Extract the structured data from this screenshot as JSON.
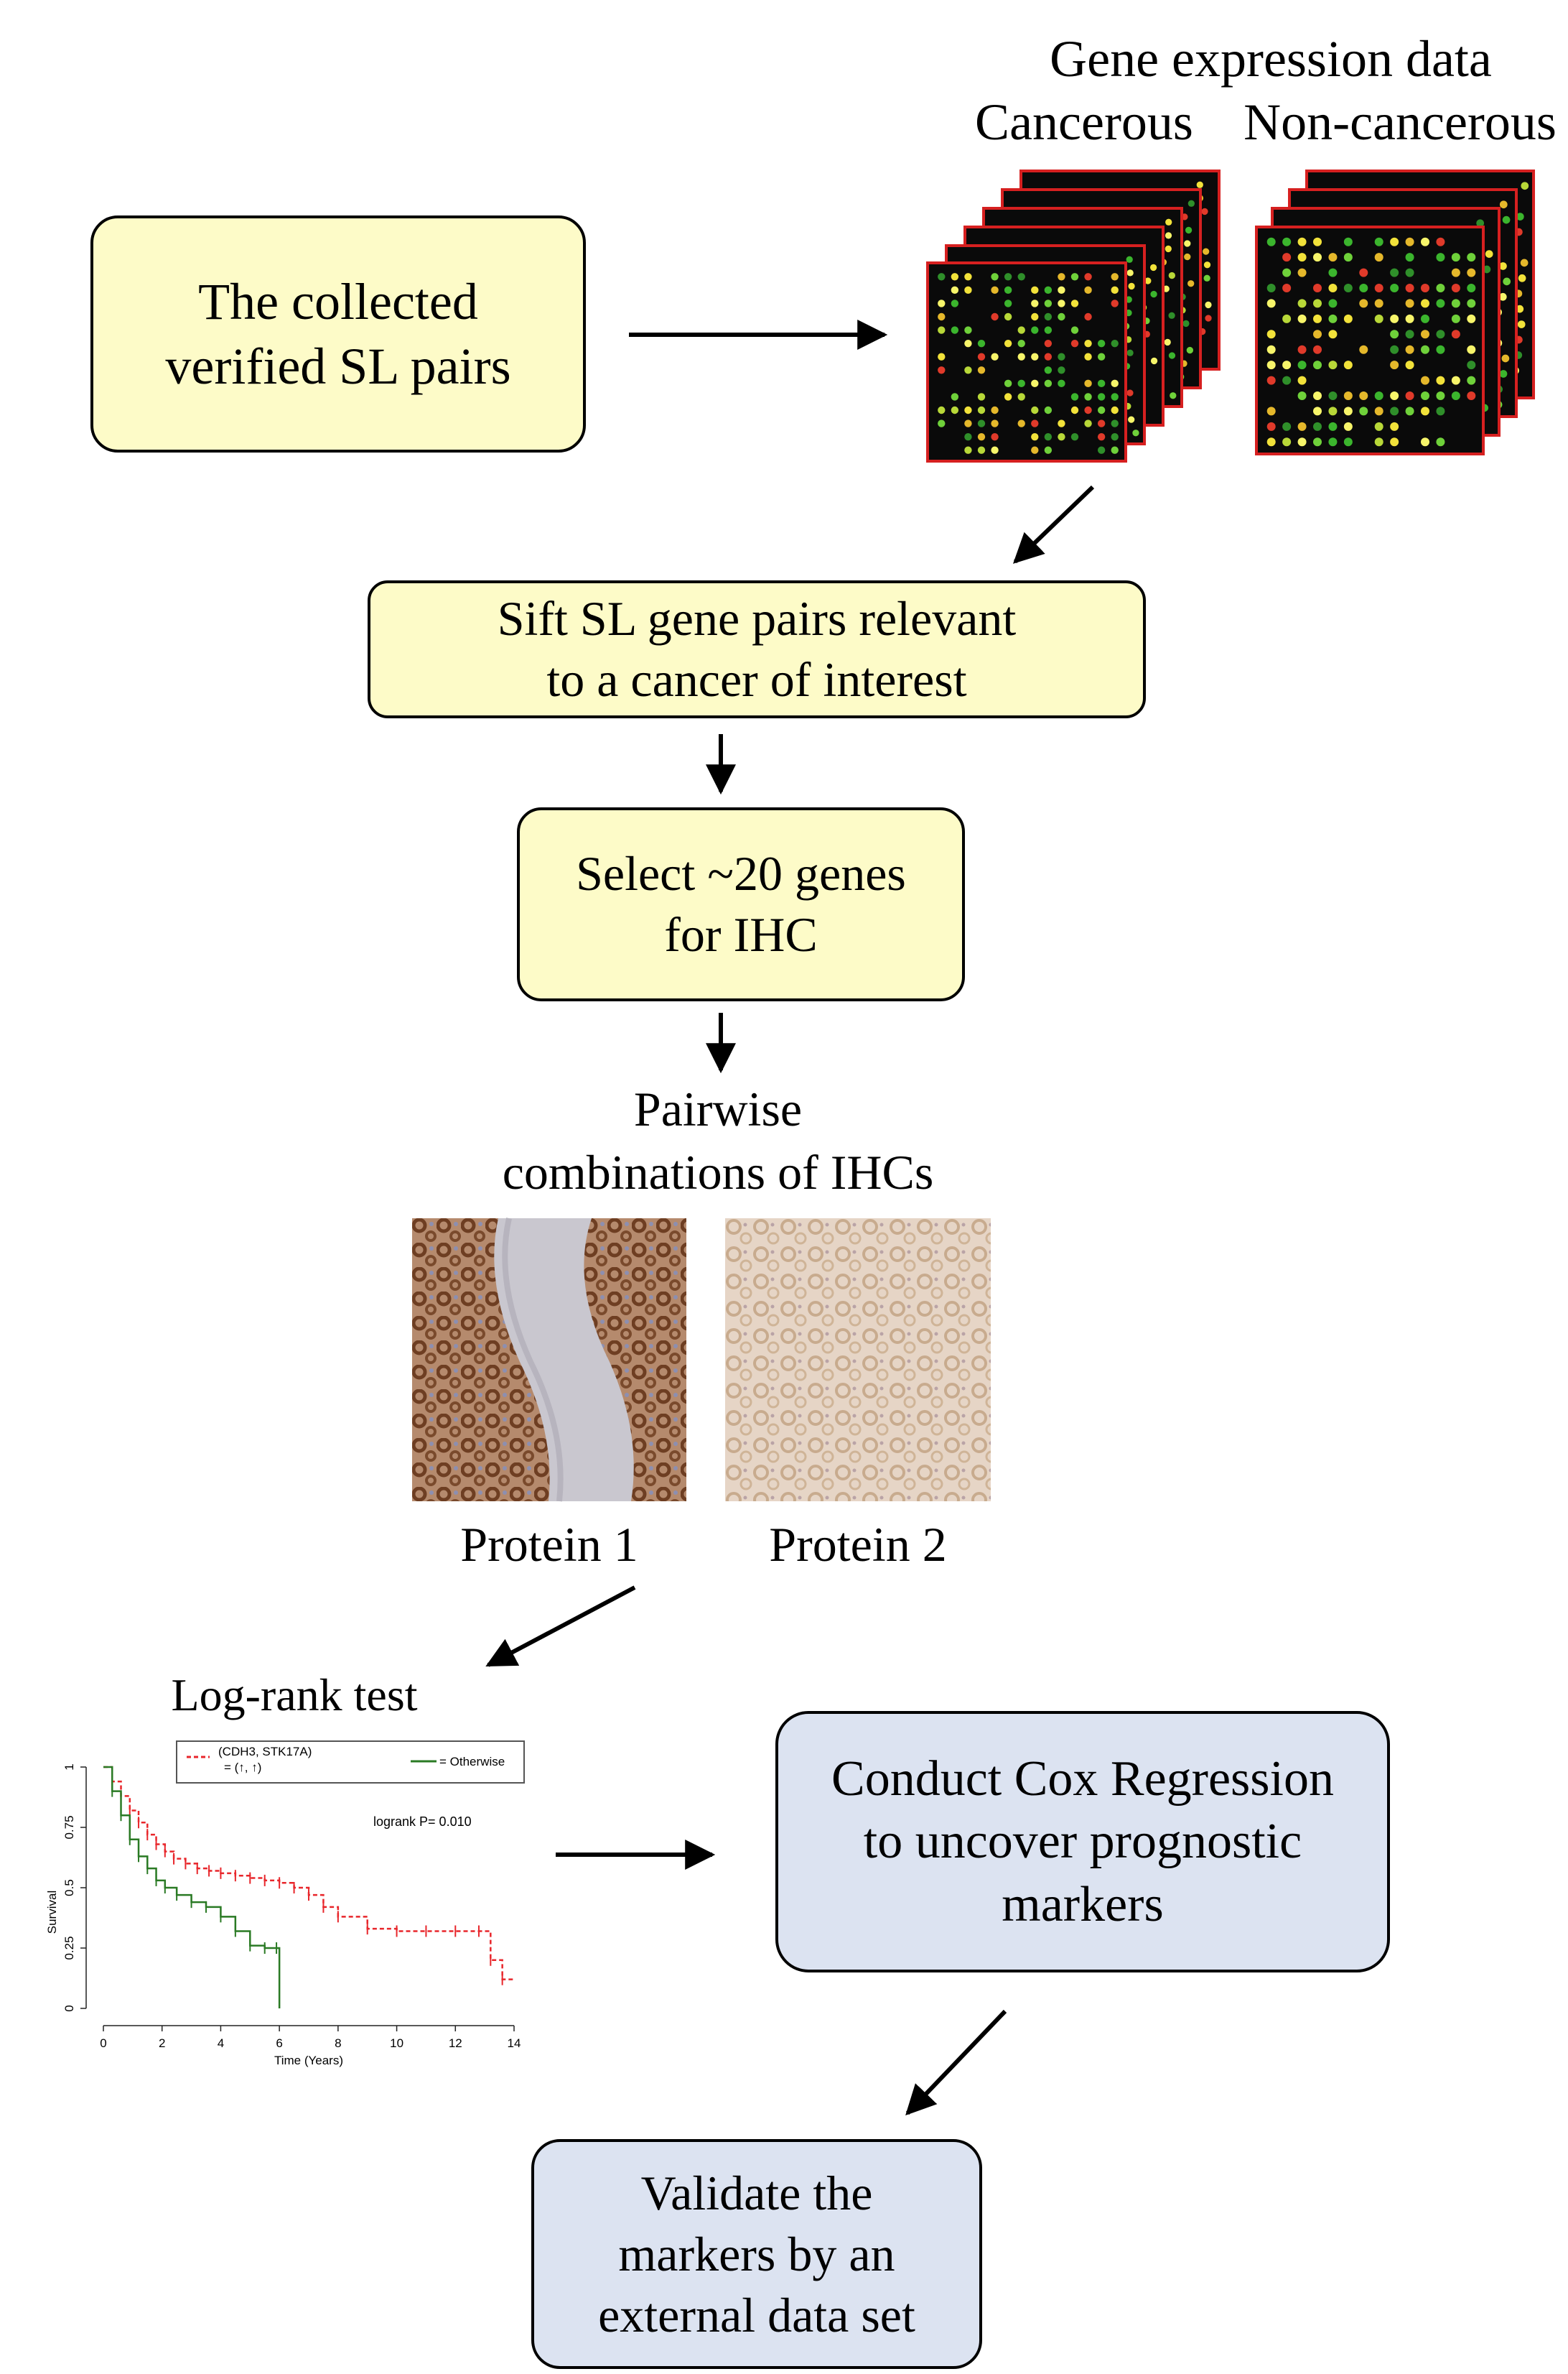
{
  "microarray": {
    "header": "Gene expression data",
    "col_cancerous": "Cancerous",
    "col_noncancerous": "Non-cancerous"
  },
  "boxes": {
    "collected": [
      "The collected",
      "verified SL pairs"
    ],
    "sift": [
      "Sift SL gene pairs relevant",
      "to a cancer of interest"
    ],
    "select": [
      "Select ~20 genes",
      "for IHC"
    ],
    "cox": [
      "Conduct Cox Regression",
      "to uncover prognostic",
      "markers"
    ],
    "validate": [
      "Validate the",
      "markers by an",
      "external data set"
    ]
  },
  "ihc": {
    "title": [
      "Pairwise",
      "combinations of IHCs"
    ],
    "protein1": "Protein 1",
    "protein2": "Protein 2"
  },
  "km_title": "Log-rank test",
  "colors": {
    "yellow_box": "#fdfbc8",
    "blue_box": "#dce3f1",
    "array_border": "#d62020",
    "km_red": "#e8262b",
    "km_green": "#2a7a24"
  },
  "chart_data": {
    "type": "line",
    "title": "",
    "xlabel": "Time (Years)",
    "ylabel": "Survival",
    "xlim": [
      0,
      14
    ],
    "ylim": [
      0,
      1
    ],
    "xticks": [
      "0",
      "2",
      "4",
      "6",
      "8",
      "10",
      "12",
      "14"
    ],
    "yticks": [
      "0",
      "0.25",
      "0.5",
      "0.75",
      "1"
    ],
    "legend": [
      "(CDH3, STK17A)",
      "= (↑, ↑)",
      "= Otherwise"
    ],
    "annotation": "logrank P= 0.010",
    "series": [
      {
        "name": "(CDH3, STK17A) = (↑, ↑)",
        "style": "dashed",
        "color": "#e8262b",
        "x": [
          0,
          0.3,
          0.6,
          0.9,
          1.2,
          1.5,
          1.8,
          2.1,
          2.4,
          2.8,
          3.2,
          3.6,
          4.0,
          4.5,
          5.0,
          5.5,
          6.0,
          6.5,
          7.0,
          7.5,
          8.0,
          9.0,
          10.0,
          11.0,
          12.0,
          12.8,
          13.2,
          13.6,
          14.0
        ],
        "y": [
          1.0,
          0.94,
          0.88,
          0.82,
          0.77,
          0.72,
          0.68,
          0.65,
          0.62,
          0.6,
          0.58,
          0.57,
          0.56,
          0.55,
          0.54,
          0.53,
          0.52,
          0.5,
          0.47,
          0.42,
          0.38,
          0.33,
          0.32,
          0.32,
          0.32,
          0.32,
          0.2,
          0.12,
          0.12
        ]
      },
      {
        "name": "Otherwise",
        "style": "solid",
        "color": "#2a7a24",
        "x": [
          0,
          0.3,
          0.6,
          0.9,
          1.2,
          1.5,
          1.8,
          2.1,
          2.5,
          3.0,
          3.5,
          4.0,
          4.5,
          5.0,
          5.5,
          5.9,
          6.0
        ],
        "y": [
          1.0,
          0.9,
          0.8,
          0.7,
          0.63,
          0.58,
          0.53,
          0.5,
          0.47,
          0.44,
          0.42,
          0.38,
          0.32,
          0.26,
          0.25,
          0.25,
          0.0
        ]
      }
    ]
  }
}
